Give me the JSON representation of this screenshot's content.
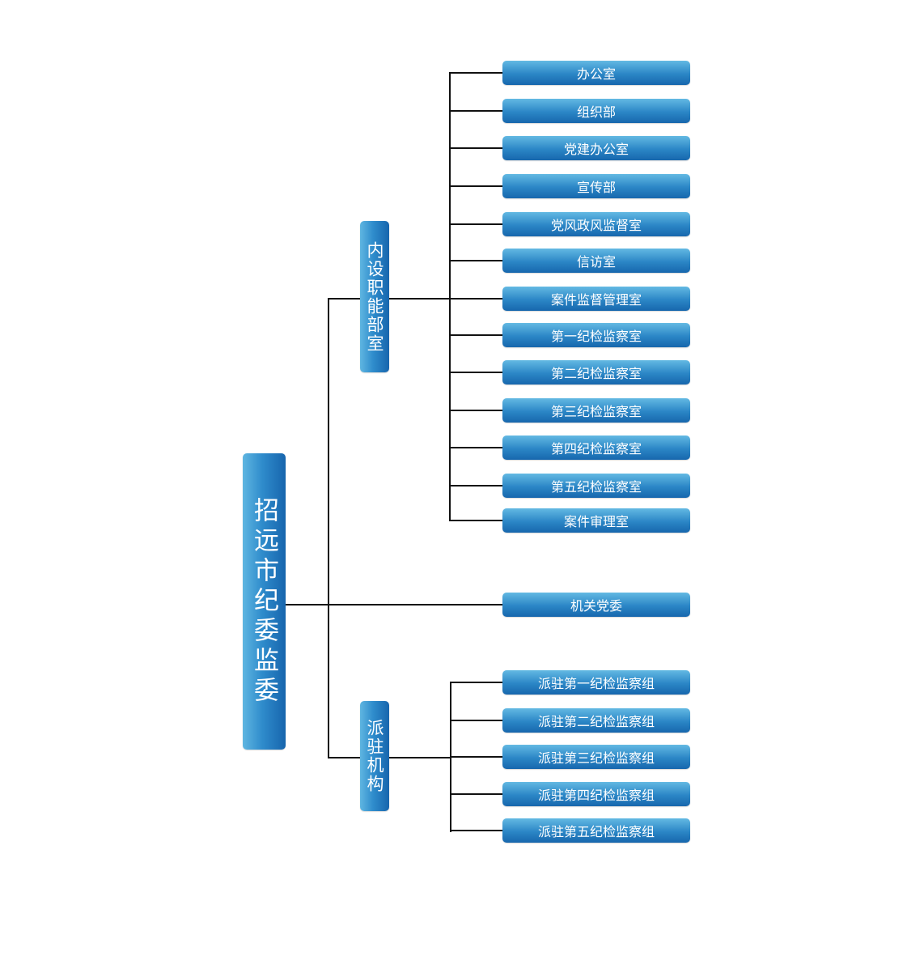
{
  "root": {
    "label": "招远市纪委监委"
  },
  "branches": {
    "internal": {
      "label": "内设职能部室",
      "items": [
        "办公室",
        "组织部",
        "党建办公室",
        "宣传部",
        "党风政风监督室",
        "信访室",
        "案件监督管理室",
        "第一纪检监察室",
        "第二纪检监察室",
        "第三纪检监察室",
        "第四纪检监察室",
        "第五纪检监察室",
        "案件审理室"
      ]
    },
    "party": {
      "label": "机关党委"
    },
    "dispatched": {
      "label": "派驻机构",
      "items": [
        "派驻第一纪检监察组",
        "派驻第二纪检监察组",
        "派驻第三纪检监察组",
        "派驻第四纪检监察组",
        "派驻第五纪检监察组"
      ]
    }
  },
  "colors": {
    "box_light": "#5fb6e1",
    "box_dark": "#1765ad",
    "connector": "#111111",
    "text": "#ffffff"
  }
}
